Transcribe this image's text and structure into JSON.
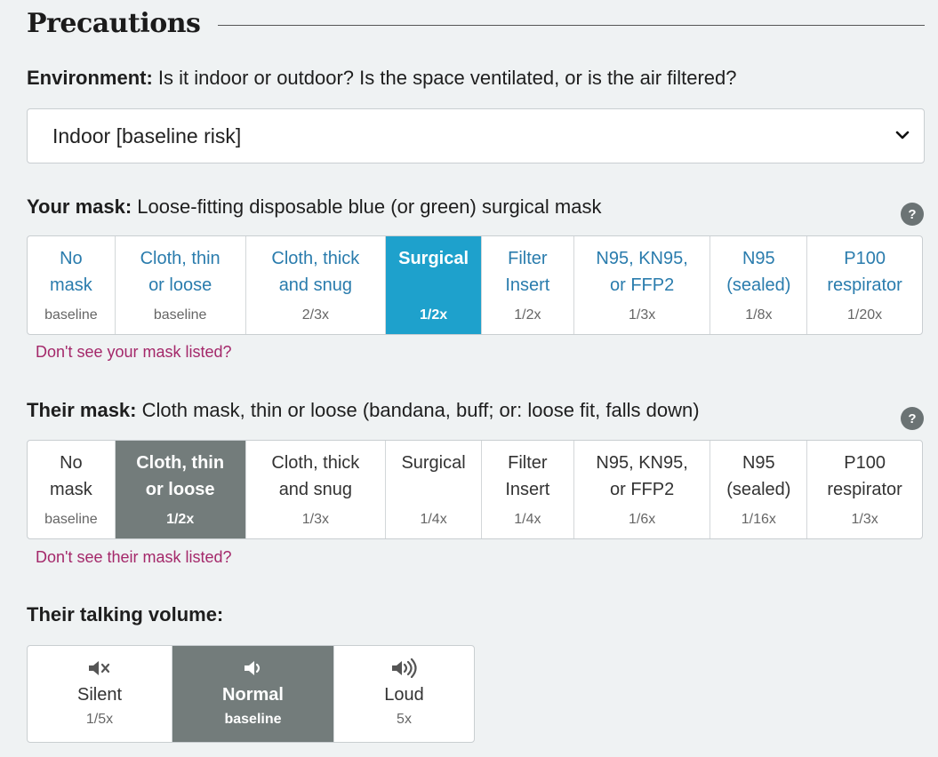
{
  "header": {
    "title": "Precautions"
  },
  "environment": {
    "question_bold": "Environment:",
    "question_text": " Is it indoor or outdoor? Is the space ventilated, or is the air filtered?",
    "selected": "Indoor [baseline risk]"
  },
  "your_mask": {
    "label_bold": "Your mask:",
    "label_text": " Loose-fitting disposable blue (or green) surgical mask",
    "missing_link": "Don't see your mask listed?",
    "options": [
      {
        "line1": "No",
        "line2": "mask",
        "factor": "baseline"
      },
      {
        "line1": "Cloth, thin",
        "line2": "or loose",
        "factor": "baseline"
      },
      {
        "line1": "Cloth, thick",
        "line2": "and snug",
        "factor": "2/3x"
      },
      {
        "line1": "Surgical",
        "line2": "",
        "factor": "1/2x",
        "selected": true
      },
      {
        "line1": "Filter",
        "line2": "Insert",
        "factor": "1/2x"
      },
      {
        "line1": "N95, KN95,",
        "line2": "or FFP2",
        "factor": "1/3x"
      },
      {
        "line1": "N95",
        "line2": "(sealed)",
        "factor": "1/8x"
      },
      {
        "line1": "P100",
        "line2": "respirator",
        "factor": "1/20x"
      }
    ]
  },
  "their_mask": {
    "label_bold": "Their mask:",
    "label_text": " Cloth mask, thin or loose (bandana, buff; or: loose fit, falls down)",
    "missing_link": "Don't see their mask listed?",
    "options": [
      {
        "line1": "No",
        "line2": "mask",
        "factor": "baseline"
      },
      {
        "line1": "Cloth, thin",
        "line2": "or loose",
        "factor": "1/2x",
        "selected": true
      },
      {
        "line1": "Cloth, thick",
        "line2": "and snug",
        "factor": "1/3x"
      },
      {
        "line1": "Surgical",
        "line2": "",
        "factor": "1/4x"
      },
      {
        "line1": "Filter",
        "line2": "Insert",
        "factor": "1/4x"
      },
      {
        "line1": "N95, KN95,",
        "line2": "or FFP2",
        "factor": "1/6x"
      },
      {
        "line1": "N95",
        "line2": "(sealed)",
        "factor": "1/16x"
      },
      {
        "line1": "P100",
        "line2": "respirator",
        "factor": "1/3x"
      }
    ]
  },
  "volume": {
    "label": "Their talking volume:",
    "options": [
      {
        "label": "Silent",
        "factor": "1/5x",
        "icon": "speaker-mute-icon"
      },
      {
        "label": "Normal",
        "factor": "baseline",
        "icon": "speaker-low-icon",
        "selected": true
      },
      {
        "label": "Loud",
        "factor": "5x",
        "icon": "speaker-loud-icon"
      }
    ]
  },
  "help_icon": "?",
  "colors": {
    "selected_blue": "#1ea1cc",
    "selected_gray": "#737c7b",
    "option_text": "#2a7cad",
    "link": "#a4286a"
  }
}
